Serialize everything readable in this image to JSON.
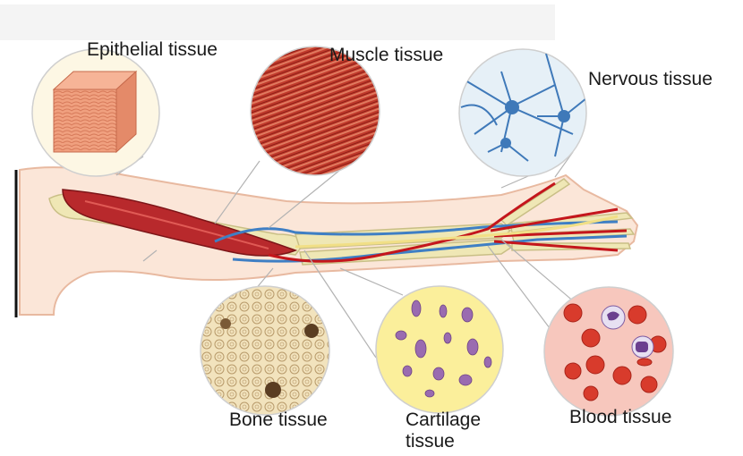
{
  "labels": {
    "epithelial": "Epithelial tissue",
    "muscle": "Muscle tissue",
    "nervous": "Nervous tissue",
    "bone": "Bone tissue",
    "cartilage": "Cartilage tissue",
    "blood": "Blood tissue"
  },
  "colors": {
    "skin": "#fbe6d8",
    "skin_outline": "#e8b9a0",
    "muscle": "#b8292c",
    "artery": "#c4161c",
    "vein": "#3f7fc4",
    "nerve": "#f1df86",
    "bone": "#efe7b5",
    "epithelial_fill": "#f0a07f",
    "cartilage_fill": "#fbef9b",
    "blood_fill": "#f7c7bd",
    "nervous_fill": "#e6f0f7"
  },
  "icons": [
    "epithelial-cube",
    "muscle-fibers",
    "neurons",
    "osteons",
    "chondrocytes",
    "blood-cells"
  ]
}
